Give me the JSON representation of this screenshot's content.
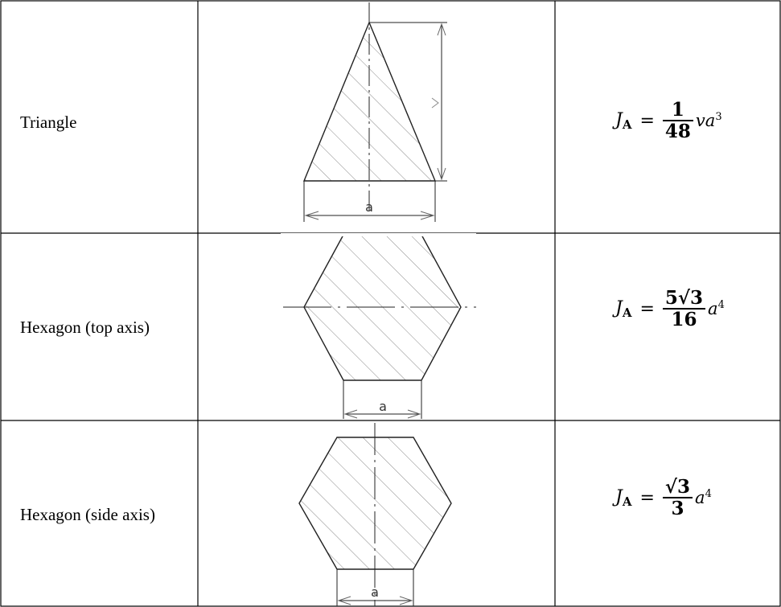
{
  "rows": [
    {
      "shape": "Triangle",
      "formula": {
        "lhs": "J",
        "sub": "A",
        "eq": "=",
        "num": "1",
        "den": "48",
        "rhs": "va",
        "pow": "3"
      },
      "dims": {
        "base": "a",
        "height": "v"
      }
    },
    {
      "shape": "Hexagon (top axis)",
      "formula": {
        "lhs": "J",
        "sub": "A",
        "eq": "=",
        "num": "5√3",
        "den": "16",
        "rhs": "a",
        "pow": "4"
      },
      "dims": {
        "base": "a"
      }
    },
    {
      "shape": "Hexagon (side axis)",
      "formula": {
        "lhs": "J",
        "sub": "A",
        "eq": "=",
        "num": "√3",
        "den": "3",
        "rhs": "a",
        "pow": "4"
      },
      "dims": {
        "base": "a"
      }
    }
  ]
}
